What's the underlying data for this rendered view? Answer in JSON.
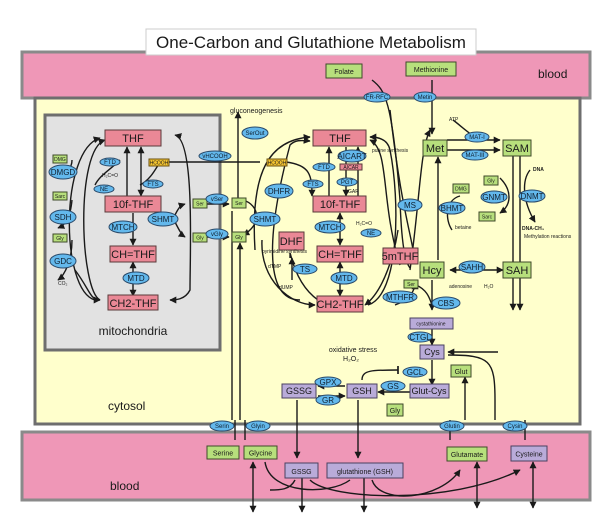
{
  "title": "One-Carbon and Glutathione  Metabolism",
  "compartments": {
    "blood_top": "blood",
    "blood_bottom": "blood",
    "cytosol": "cytosol",
    "mitochondria": "mitochondria"
  },
  "colors": {
    "blood": "#ef97b7",
    "cytosol": "#ffffcc",
    "mitochondria": "#e2e2e2",
    "folate_metabolite": "#ea8896",
    "amino_metabolite": "#b7df7c",
    "sulfur_metabolite": "#b9abd9",
    "formate": "#f2c230",
    "enzyme": "#63b8ec"
  },
  "mito": {
    "THF": "THF",
    "f10THF": "10f-THF",
    "CHTHF": "CH=THF",
    "CH2THF": "CH2-THF",
    "HCOOH": "HCOOH",
    "FTD": "FTD",
    "FTS": "FTS",
    "NE": "NE",
    "H2CO": "H₂C=O",
    "MTCH": "MTCH",
    "MTD": "MTD",
    "SHMT": "SHMT",
    "DMG": "DMG",
    "DMGD": "DMGD",
    "Sarc": "Sarc",
    "SDH": "SDH",
    "Gly": "Gly",
    "GDC": "GDC",
    "CO2": "CO₂"
  },
  "transport": {
    "vHCOOH": "vHCOOH",
    "vSer": "vSer",
    "vGly": "vGly",
    "SerOut": "SerOut",
    "FRRFC": "FR-RFC",
    "Metin": "Metin",
    "Serin": "Serin",
    "Glyin": "Glyin",
    "Glutin": "Glutin",
    "Cysin": "Cysin"
  },
  "cyto": {
    "gluconeogenesis": "gluconeogenesis",
    "Ser_m": "Ser",
    "Gly_m": "Gly",
    "Ser_c": "Ser",
    "Gly_c": "Gly",
    "SHMT": "SHMT",
    "DHFR": "DHFR",
    "HCOOH": "HCOOH",
    "THF": "THF",
    "f10THF": "10f-THF",
    "CHTHF": "CH=THF",
    "CH2THF": "CH2-THF",
    "DHF": "DHF",
    "m5THF": "5mTHF",
    "FTD": "FTD",
    "FTS": "FTS",
    "AICART": "AICART",
    "AICAR": "AICAR",
    "PGT": "PGT",
    "GAR": "GAR",
    "purine": "purine synthesis",
    "MTCH": "MTCH",
    "MTD": "MTD",
    "NE": "NE",
    "H2CO": "H₂C=O",
    "TS": "TS",
    "pyrimidine": "pyrimidine synthesis",
    "dTMP": "dTMP",
    "dUMP": "dUMP",
    "MS": "MS",
    "MTHFR": "MTHFR",
    "Met": "Met",
    "SAM": "SAM",
    "SAH": "SAH",
    "Hcy": "Hcy",
    "MAT1": "MAT-I",
    "MAT3": "MAT-III",
    "ATP": "ATP",
    "DMG": "DMG",
    "BHMT": "BHMT",
    "betaine": "betaine",
    "Gly2": "Gly",
    "GNMT": "GNMT",
    "Sarc": "Sarc",
    "DNA": "DNA",
    "DNMT": "DNMT",
    "DNACH3": "DNA-CH₃",
    "methylation": "Methylation reactions",
    "SAHH": "SAHH",
    "adenosine": "adenosine",
    "H2O": "H₂O",
    "Ser3": "Ser",
    "CBS": "CBS",
    "cystathionine": "cystathionine",
    "CTGL": "CTGL",
    "Cys": "Cys",
    "Glut": "Glut",
    "GCL": "GCL",
    "GlutCys": "Glut-Cys",
    "GS": "GS",
    "Gly3": "Gly",
    "GSH": "GSH",
    "GSSG": "GSSG",
    "GPX": "GPX",
    "GR": "GR",
    "oxstress": "oxidative stress",
    "H2O2": "H₂O₂"
  },
  "blood": {
    "Folate": "Folate",
    "Methionine": "Methionine",
    "Serine": "Serine",
    "Glycine": "Glycine",
    "GSSG": "GSSG",
    "GSH": "glutathione (GSH)",
    "Glutamate": "Glutamate",
    "Cysteine": "Cysteine"
  }
}
